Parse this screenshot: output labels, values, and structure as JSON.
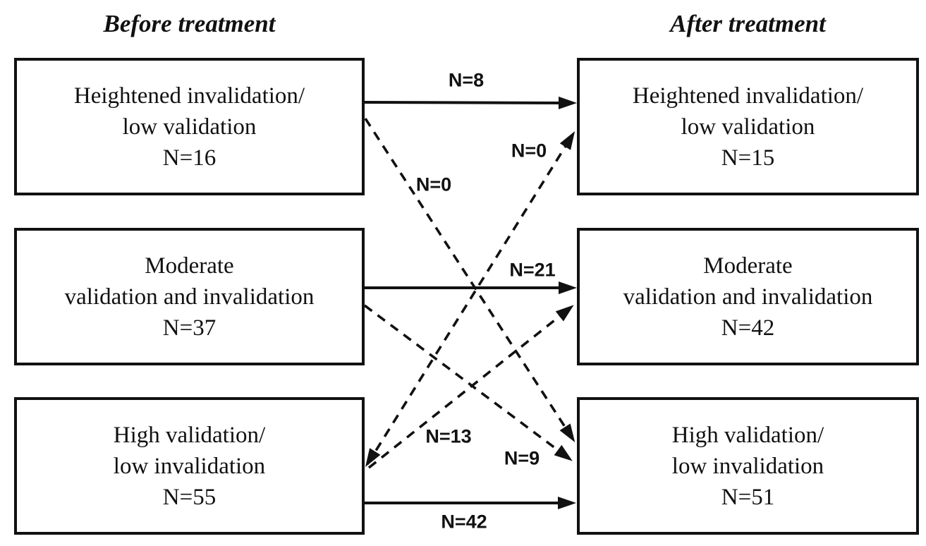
{
  "titles": {
    "before": "Before treatment",
    "after": "After treatment"
  },
  "boxes": {
    "before_heightened": {
      "line1": "Heightened invalidation/",
      "line2": "low validation",
      "line3": "N=16"
    },
    "before_moderate": {
      "line1": "Moderate",
      "line2": "validation and invalidation",
      "line3": "N=37"
    },
    "before_high": {
      "line1": "High validation/",
      "line2": "low invalidation",
      "line3": "N=55"
    },
    "after_heightened": {
      "line1": "Heightened invalidation/",
      "line2": "low validation",
      "line3": "N=15"
    },
    "after_moderate": {
      "line1": "Moderate",
      "line2": "validation and invalidation",
      "line3": "N=42"
    },
    "after_high": {
      "line1": "High validation/",
      "line2": "low invalidation",
      "line3": "N=51"
    }
  },
  "arrows": {
    "heightened_to_heightened": {
      "label": "N=8",
      "style": "solid",
      "from": "Heightened invalidation/low validation (before)",
      "to": "Heightened invalidation/low validation (after)"
    },
    "heightened_to_high": {
      "label": "N=0",
      "style": "dashed",
      "from": "Heightened invalidation/low validation (before)",
      "to": "High validation/low invalidation (after)"
    },
    "high_to_heightened": {
      "label": "N=0",
      "style": "dashed",
      "from": "High validation/low invalidation (before)",
      "to": "Heightened invalidation/low validation (after)"
    },
    "moderate_to_moderate": {
      "label": "N=21",
      "style": "solid",
      "from": "Moderate validation and invalidation (before)",
      "to": "Moderate validation and invalidation (after)"
    },
    "high_to_moderate": {
      "label": "N=13",
      "style": "dashed",
      "from": "High validation/low invalidation (before)",
      "to": "Moderate validation and invalidation (after)"
    },
    "moderate_to_high": {
      "label": "N=9",
      "style": "dashed",
      "from": "Moderate validation and invalidation (before)",
      "to": "High validation/low invalidation (after)"
    },
    "high_to_high": {
      "label": "N=42",
      "style": "solid",
      "from": "High validation/low invalidation (before)",
      "to": "High validation/low invalidation (after)"
    }
  },
  "colors": {
    "line": "#111111",
    "background": "#ffffff",
    "text": "#111111"
  }
}
